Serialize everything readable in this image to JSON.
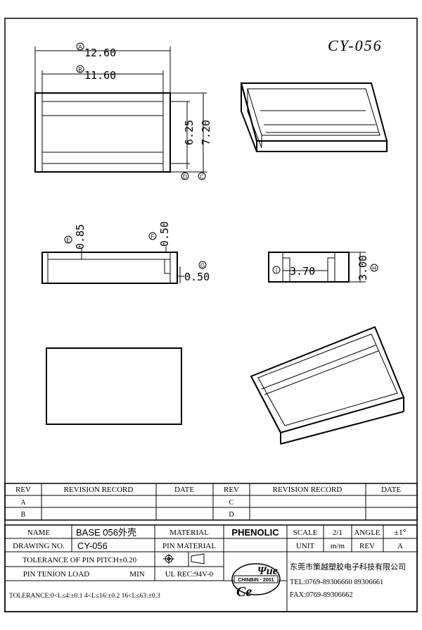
{
  "drawing": {
    "part_code": "CY-056",
    "dims": {
      "a": {
        "callout": "A",
        "value": "12.60"
      },
      "b": {
        "callout": "B",
        "value": "11.60"
      },
      "c": {
        "callout": "C",
        "value": "7.20"
      },
      "d": {
        "callout": "D",
        "value": "6.25"
      },
      "e": {
        "callout": "E",
        "value": "0.85"
      },
      "f": {
        "callout": "F",
        "value": "0.50"
      },
      "g": {
        "callout": "G",
        "value": "0.50"
      },
      "h": {
        "callout": "H",
        "value": "3.00"
      },
      "i": {
        "callout": "I",
        "value": "3.70"
      }
    }
  },
  "revision": {
    "headers": [
      "REV",
      "REVISION RECORD",
      "DATE",
      "REV",
      "REVISION RECORD",
      "DATE"
    ],
    "rows_left": [
      "A",
      "B"
    ],
    "rows_right": [
      "C",
      "D"
    ]
  },
  "title_block": {
    "name_label": "NAME",
    "name_value": "BASE 056外壳",
    "material_label": "MATERIAL",
    "material_value": "PHENOLIC",
    "scale_label": "SCALE",
    "scale_value": "2/1",
    "angle_label": "ANGLE",
    "angle_value": "±1°",
    "drawing_no_label": "DRAWING NO.",
    "drawing_no_value": "CY-056",
    "pin_material_label": "PIN MATERIAL",
    "unit_label": "UNIT",
    "unit_value": "m/m",
    "rev_label": "REV",
    "rev_value": "A",
    "tolerance_pitch": "TOLERANCE OF PIN PITCH±0.20",
    "pin_tension_label": "PIN TENION LOAD",
    "pin_tension_value": "MIN",
    "ul_rec": "UL REC:94V-0",
    "tolerance_general": "TOLERANCE:0<L≤4:±0.1   4<L≤16:±0.2   16<L≤63:±0.3",
    "logo": {
      "letters": "Ce",
      "top": "Ψue",
      "band": "CHINBIN · 2001"
    },
    "company": "东莞市策越塑胶电子科技有限公司",
    "tel": "TEL:0769-89306660 89306661",
    "fax": "FAX:0769-89306662"
  }
}
